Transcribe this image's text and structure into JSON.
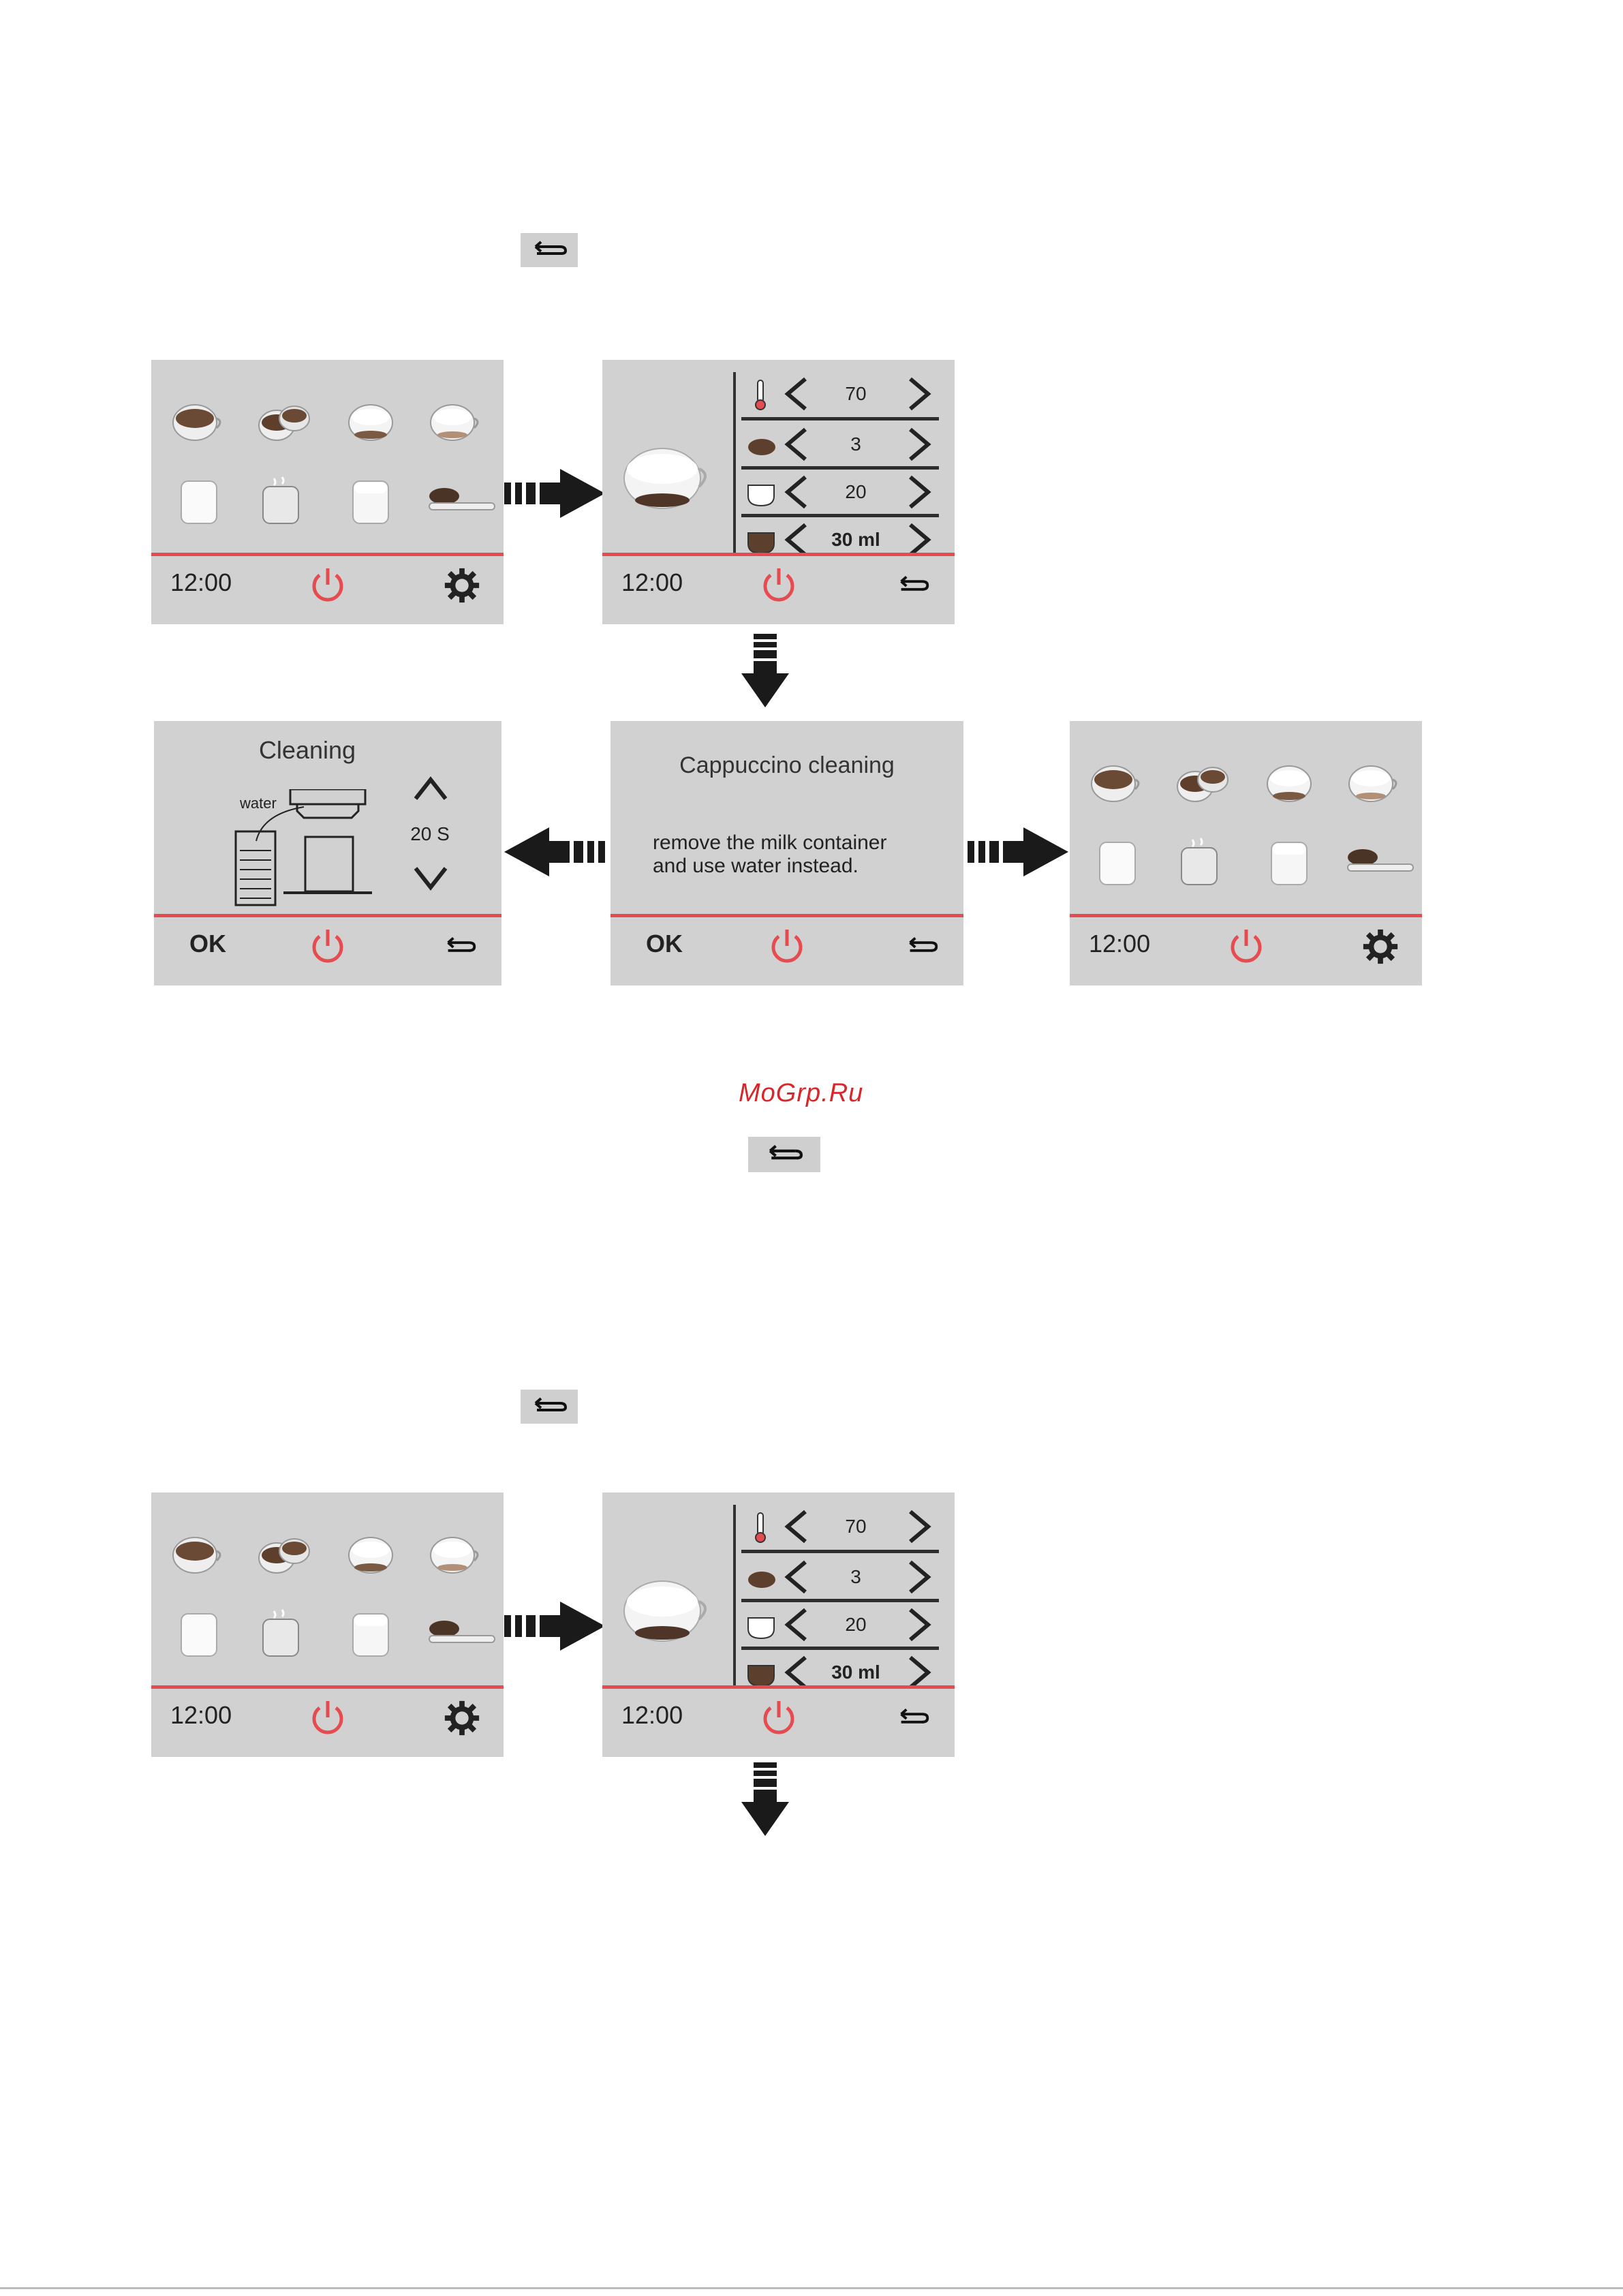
{
  "colors": {
    "accent_red": "#e54b4f",
    "panel_bg": "#d1d1d1",
    "text_dark": "#222222",
    "watermark": "#d9262a"
  },
  "watermark": "MoGrp.Ru",
  "inline_icon": "back-arrow-icon",
  "menu_screen": {
    "time": "12:00",
    "power_icon": "power-icon",
    "settings_icon": "gear-icon",
    "drinks": [
      "espresso-icon",
      "double-espresso-icon",
      "cappuccino-icon",
      "latte-icon",
      "hot-milk-icon",
      "hot-water-icon",
      "milk-foam-icon",
      "ground-coffee-icon"
    ]
  },
  "settings_screen": {
    "time": "12:00",
    "power_icon": "power-icon",
    "back_icon": "back-arrow-icon",
    "temperature": "70 ",
    "strength": "3",
    "milk": "20",
    "coffee_volume": "30 ml"
  },
  "cleaning_prompt_screen": {
    "title": "Cappuccino cleaning",
    "line1": "remove the milk container",
    "line2": "and use water instead.",
    "ok_label": "OK"
  },
  "cleaning_screen": {
    "title": "Cleaning",
    "water_label": "water",
    "duration": "20 S",
    "ok_label": "OK"
  }
}
